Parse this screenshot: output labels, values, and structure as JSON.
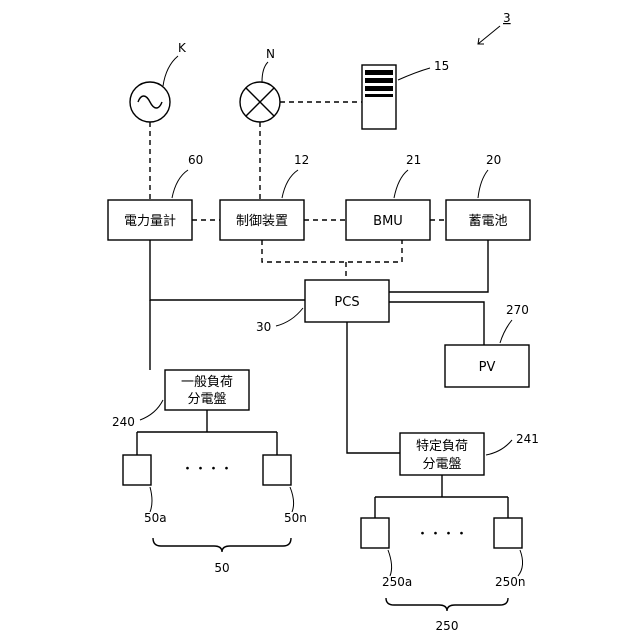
{
  "figure_ref": "3",
  "sources": {
    "grid": {
      "ref": "K"
    },
    "light": {
      "ref": "N"
    },
    "server": {
      "ref": "15"
    }
  },
  "blocks": {
    "meter": {
      "label": "電力量計",
      "ref": "60"
    },
    "controller": {
      "label": "制御装置",
      "ref": "12"
    },
    "bmu": {
      "label": "BMU",
      "ref": "21"
    },
    "battery": {
      "label": "蓄電池",
      "ref": "20"
    },
    "pcs": {
      "label": "PCS",
      "ref": "30"
    },
    "pv": {
      "label": "PV",
      "ref": "270"
    },
    "general_panel": {
      "line1": "一般負荷",
      "line2": "分電盤",
      "ref": "240"
    },
    "specific_panel": {
      "line1": "特定負荷",
      "line2": "分電盤",
      "ref": "241"
    }
  },
  "general_loads": {
    "first": "50a",
    "last": "50n",
    "dots": "・・・・",
    "group": "50"
  },
  "specific_loads": {
    "first": "250a",
    "last": "250n",
    "dots": "・・・・",
    "group": "250"
  }
}
